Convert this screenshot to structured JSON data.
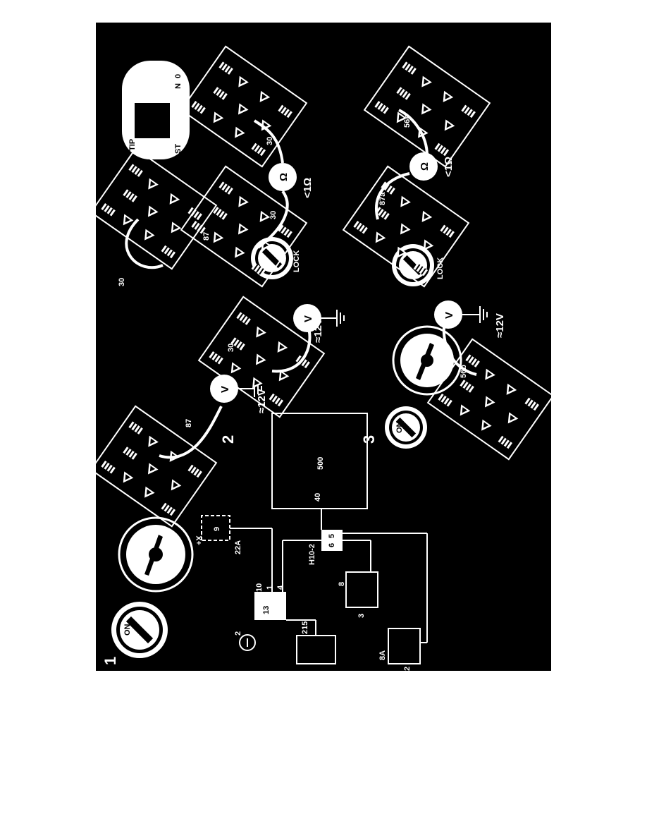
{
  "colors": {
    "background": "#000000",
    "ink": "#ffffff",
    "page": "#ffffff"
  },
  "steps": {
    "s1": "1",
    "s2": "2",
    "s3": "3"
  },
  "switches": {
    "on": "ON",
    "lock": "LOCK"
  },
  "terminals": {
    "t87": "87",
    "t30": "30",
    "t56b": "56b",
    "t87a": "87a"
  },
  "readings": {
    "volt12": "≈12V",
    "ohm_lt1": "<1Ω",
    "volt_sym": "V",
    "ohm_sym": "Ω"
  },
  "stalk": {
    "tip": "TIP",
    "zero": "0",
    "n": "N",
    "st": "ST"
  },
  "wiring": {
    "plusx": "+X",
    "fuse_id": "22A",
    "fuse_no": "9",
    "relay10": "10",
    "relay10_pins": "13",
    "relay10_p1": "1",
    "relay10_p4": "4",
    "sw215": "215",
    "sw2": "2",
    "sw8": "8",
    "sw8a": "8A",
    "pin3": "3",
    "pin2": "2",
    "conn": "H10-2",
    "conn6": "6",
    "conn5": "5",
    "ecu": "500",
    "ecu_pin": "40"
  },
  "icons": [
    "ignition-key-icon",
    "light-switch-icon",
    "relay-socket-icon",
    "voltmeter-icon",
    "ohmmeter-icon",
    "ground-icon",
    "headlight-icon",
    "column-stalk-icon"
  ]
}
